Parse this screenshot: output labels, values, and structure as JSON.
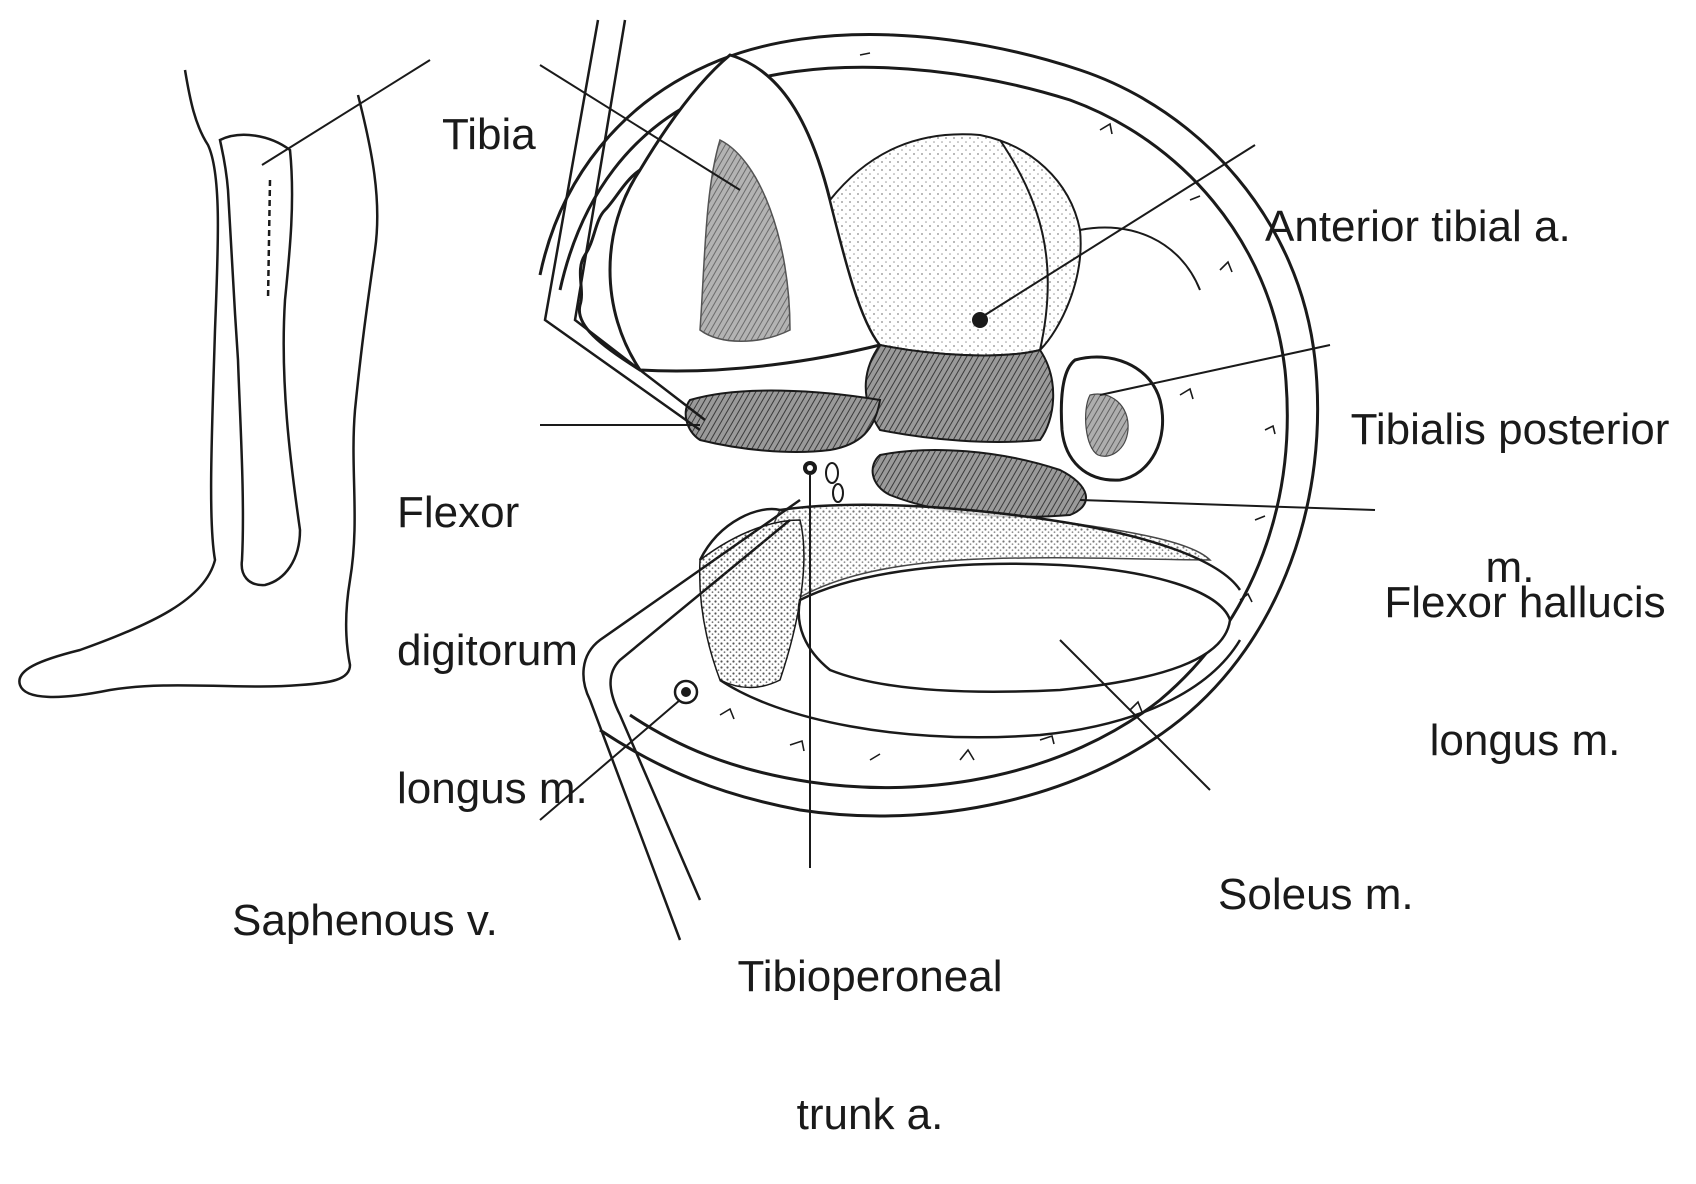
{
  "labels": {
    "tibia": [
      "Tibia"
    ],
    "anterior_tibial": [
      "Anterior tibial a."
    ],
    "tibialis_posterior": [
      "Tibialis posterior",
      "m."
    ],
    "flexor_digitorum": [
      "Flexor",
      "digitorum",
      "longus m."
    ],
    "flexor_hallucis": [
      "Flexor hallucis",
      "longus m."
    ],
    "soleus": [
      "Soleus m."
    ],
    "saphenous": [
      "Saphenous v."
    ],
    "tibioperoneal": [
      "Tibioperoneal",
      "trunk a."
    ]
  },
  "colors": {
    "ink": "#1a1a1a",
    "background": "#ffffff",
    "shading": "#6b6b6b"
  }
}
